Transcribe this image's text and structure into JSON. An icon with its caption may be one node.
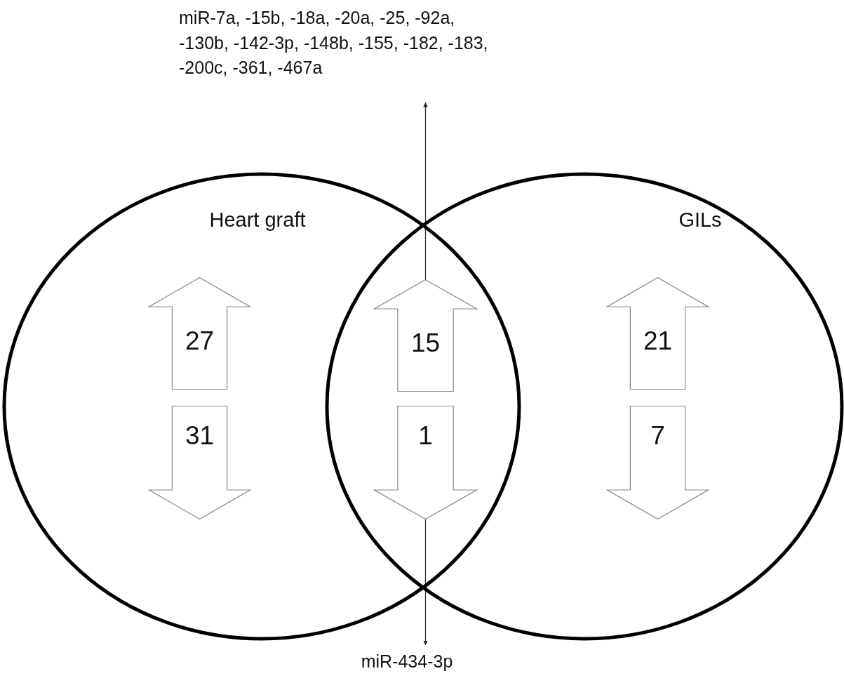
{
  "diagram": {
    "nodes": [
      {
        "text": [
          "Heart graft"
        ]
      },
      {
        "text": [
          "GILs"
        ]
      },
      {
        "text": [
          "27"
        ],
        "in": 0
      },
      {
        "text": [
          "31"
        ],
        "in": 0
      },
      {
        "text": [
          "15"
        ]
      },
      {
        "text": [
          "1"
        ]
      },
      {
        "text": [
          "21"
        ],
        "in": 1
      },
      {
        "text": [
          "7"
        ],
        "in": 1
      },
      {
        "text": [
          "miR-7a, -15b, -18a, -20a, -25, -92a, -130b, -142-3p, -148b, -155, -182, -183, -200c, -361, -467a"
        ]
      },
      {
        "text": [
          "miR-434-3p"
        ]
      }
    ],
    "edges": [
      {
        "from": 4,
        "to": 8,
        "arrow": "to"
      },
      {
        "from": 5,
        "to": 9,
        "arrow": "to"
      }
    ]
  }
}
